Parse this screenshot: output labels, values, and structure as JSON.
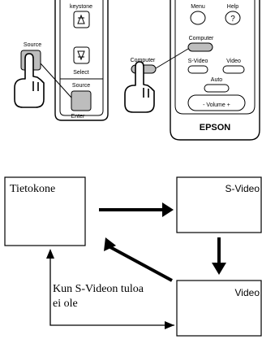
{
  "projector_panel": {
    "keystone_label": "keystone",
    "source_label_left": "Source",
    "select_label": "Select",
    "source_label": "Source",
    "enter_label": "Enter"
  },
  "remote": {
    "menu_label": "Menu",
    "help_label": "Help",
    "computer_label": "Computer",
    "computer_side_label": "Computer",
    "svideo_label": "S-Video",
    "video_label": "Video",
    "auto_label": "Auto",
    "volume_label": "- Volume +",
    "brand": "EPSON"
  },
  "diagram": {
    "box_computer": "Tietokone",
    "box_svideo": "S-Video",
    "box_video": "Video",
    "note_line1": "Kun S-Videon tuloa",
    "note_line2": "ei ole"
  }
}
